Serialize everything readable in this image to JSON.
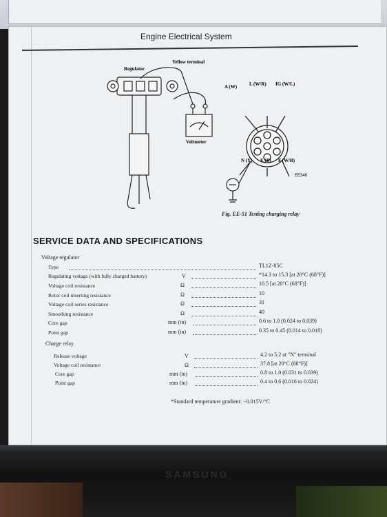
{
  "header": {
    "title": "Engine Electrical System"
  },
  "diagram": {
    "labels": {
      "regulator": "Regulator",
      "yellow_terminal": "Yellow terminal",
      "voltmeter": "Voltmeter",
      "a_w": "A (W)",
      "l_wr": "L (W/R)",
      "ig_wl": "IG (W/L)",
      "n_y": "N (Y)",
      "e_b": "E (B)",
      "f_wb": "F (W/B)",
      "code": "EE346"
    },
    "caption": "Fig. EE-51 Testing charging relay"
  },
  "specs": {
    "heading": "SERVICE DATA AND SPECIFICATIONS",
    "voltage_regulator": {
      "label": "Voltage regulator",
      "rows": [
        {
          "name": "Type",
          "unit": "",
          "value": "TL1Z-85C"
        },
        {
          "name": "Regulating voltage (with fully charged battery)",
          "unit": "V",
          "value": "*14.3 to 15.3 [at 20°C (68°F)]"
        },
        {
          "name": "Voltage coil resistance",
          "unit": "Ω",
          "value": "10.5 [at 20°C (68°F)]"
        },
        {
          "name": "Rotor coil inserting resistance",
          "unit": "Ω",
          "value": "10"
        },
        {
          "name": "Voltage coil series resistance",
          "unit": "Ω",
          "value": "31"
        },
        {
          "name": "Smoothing resistance",
          "unit": "Ω",
          "value": "40"
        },
        {
          "name": "Core gap",
          "unit": "mm (in)",
          "value": "0.6 to 1.0 (0.024 to 0.039)"
        },
        {
          "name": "Point gap",
          "unit": "mm (in)",
          "value": "0.35 to 0.45 (0.014 to 0.018)"
        }
      ]
    },
    "charge_relay": {
      "label": "Charge relay",
      "rows": [
        {
          "name": "Release voltage",
          "unit": "V",
          "value": "4.2 to 5.2 at \"N\" terminal"
        },
        {
          "name": "Voltage coil resistance",
          "unit": "Ω",
          "value": "37.8 [at 20°C (68°F)]"
        },
        {
          "name": "Core gap",
          "unit": "mm (in)",
          "value": "0.8 to 1.0 (0.031 to 0.039)"
        },
        {
          "name": "Point gap",
          "unit": "mm (in)",
          "value": "0.4 to 0.6 (0.016 to 0.024)"
        }
      ]
    },
    "footnote": "*Standard temperature gradient: −0.015V/°C"
  },
  "monitor": {
    "brand": "SAMSUNG"
  }
}
